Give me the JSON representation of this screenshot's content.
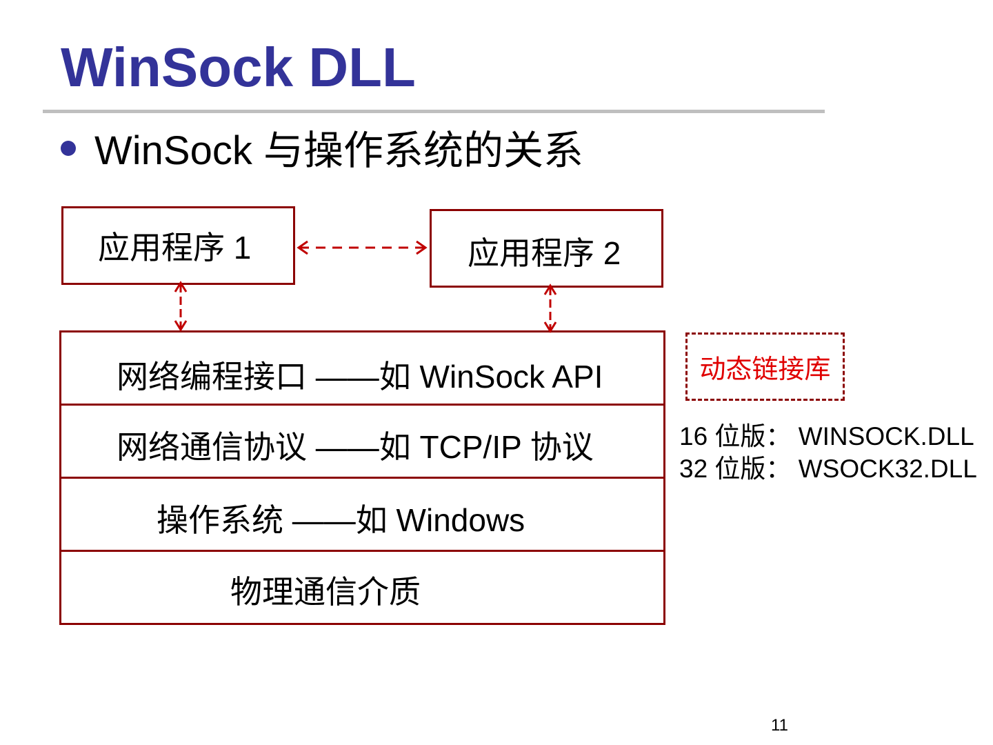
{
  "slide": {
    "title": "WinSock DLL",
    "bullet": "WinSock 与操作系统的关系",
    "page_number": "11"
  },
  "diagram": {
    "app1": "应用程序  1",
    "app2": "应用程序  2",
    "layers": [
      "网络编程接口 ——如  WinSock API",
      "网络通信协议 ——如  TCP/IP 协议",
      "操作系统 ——如  Windows",
      "物理通信介质"
    ],
    "dll_label": "动态链接库",
    "dll_versions": [
      "16 位版： WINSOCK.DLL",
      "32 位版： WSOCK32.DLL"
    ]
  },
  "colors": {
    "title": "#333399",
    "box_border": "#8b0000",
    "dll_label": "#e00000",
    "rule": "#bfbfbf"
  }
}
